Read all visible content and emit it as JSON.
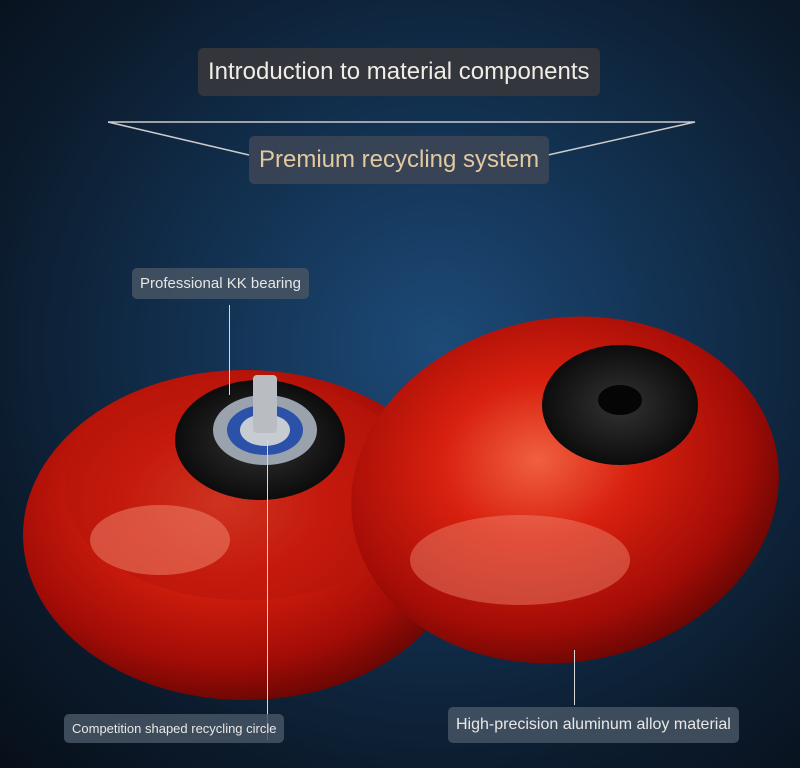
{
  "header": {
    "title": "Introduction to material components",
    "subtitle": "Premium recycling system"
  },
  "callouts": {
    "bearing": "Professional KK bearing",
    "circle": "Competition shaped recycling circle",
    "alloy": "High-precision aluminum alloy material"
  },
  "colors": {
    "yoyo_red": "#c8180f",
    "background": "#12304f"
  }
}
